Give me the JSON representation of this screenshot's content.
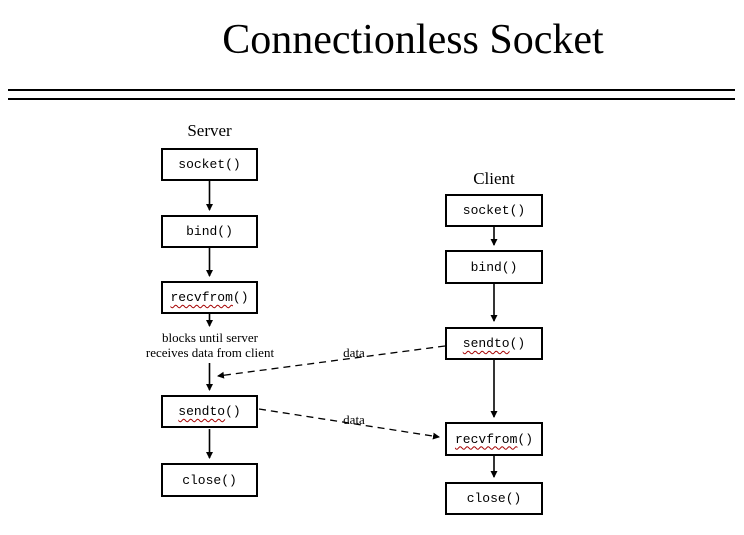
{
  "title": "Connectionless Socket",
  "server": {
    "label": "Server",
    "boxes": [
      {
        "label": "socket()"
      },
      {
        "label": "bind()"
      },
      {
        "word": "recvfrom",
        "suffix": "()"
      },
      {
        "word": "sendto",
        "suffix": "()"
      },
      {
        "label": "close()"
      }
    ],
    "note_line1": "blocks until server",
    "note_line2": "receives data from client"
  },
  "client": {
    "label": "Client",
    "boxes": [
      {
        "label": "socket()"
      },
      {
        "label": "bind()"
      },
      {
        "word": "sendto",
        "suffix": "()"
      },
      {
        "word": "recvfrom",
        "suffix": "()"
      },
      {
        "label": "close()"
      }
    ]
  },
  "messages": {
    "client_to_server_label": "data",
    "server_to_client_label": "data"
  },
  "colors": {
    "line": "#000000",
    "squiggle": "#a40000",
    "background": "#ffffff"
  }
}
